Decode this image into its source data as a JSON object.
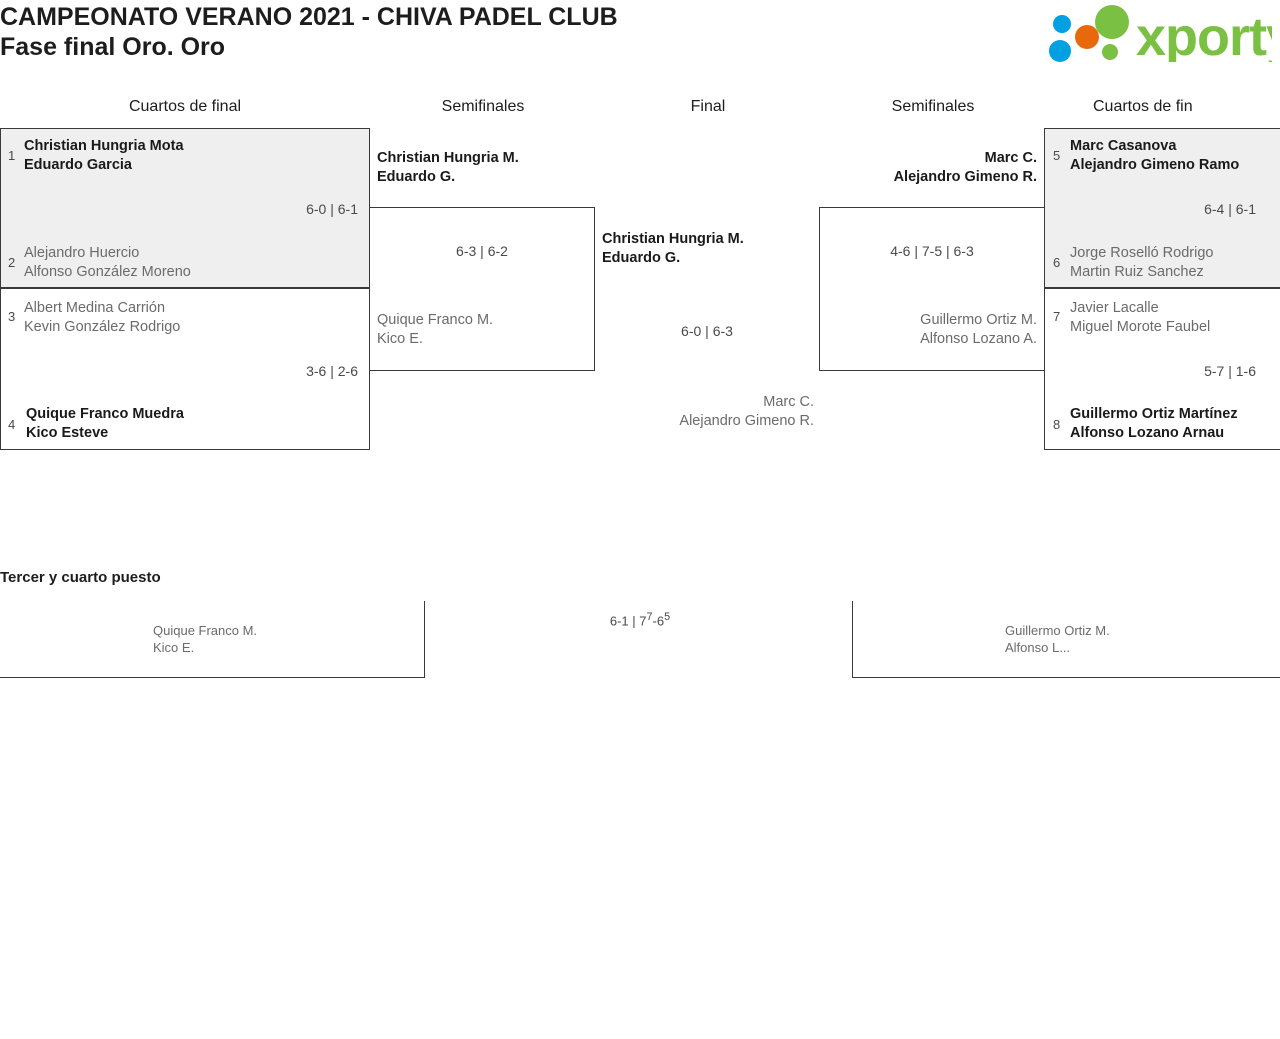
{
  "header": {
    "title_line1": "CAMPEONATO VERANO 2021 - CHIVA PADEL CLUB",
    "title_line2": "Fase final Oro. Oro",
    "brand": "xporty",
    "brand_colors": {
      "green": "#7ac143",
      "blue": "#00a0e3",
      "orange": "#e8690b"
    }
  },
  "rounds": [
    {
      "id": "qf-left",
      "label": "Cuartos de final"
    },
    {
      "id": "sf-left",
      "label": "Semifinales"
    },
    {
      "id": "final",
      "label": "Final"
    },
    {
      "id": "sf-right",
      "label": "Semifinales"
    },
    {
      "id": "qf-right",
      "label": "Cuartos de fin"
    }
  ],
  "bracket": {
    "quarterfinals_left": [
      {
        "seed_top": "1",
        "top_p1": "Christian Hungria Mota",
        "top_p2": "Eduardo Garcia",
        "seed_bottom": "2",
        "bottom_p1": "Alejandro Huercio",
        "bottom_p2": "Alfonso González Moreno",
        "score": "6-0 | 6-1",
        "winner": "top",
        "shaded": true
      },
      {
        "seed_top": "3",
        "top_p1": "Albert Medina Carrión",
        "top_p2": "Kevin González Rodrigo",
        "seed_bottom": "4",
        "bottom_p1": "Quique Franco Muedra",
        "bottom_p2": "Kico Esteve",
        "score": "3-6 | 2-6",
        "winner": "bottom",
        "shaded": false
      }
    ],
    "semifinal_left": {
      "top_p1": "Christian Hungria M.",
      "top_p2": "Eduardo G.",
      "bottom_p1": "Quique Franco M.",
      "bottom_p2": "Kico E.",
      "score": "6-3 | 6-2",
      "winner": "top"
    },
    "final": {
      "left_p1": "Christian Hungria M.",
      "left_p2": "Eduardo G.",
      "right_p1": "Marc C.",
      "right_p2": "Alejandro Gimeno R.",
      "score": "6-0 | 6-3",
      "winner": "left"
    },
    "semifinal_right": {
      "top_p1": "Marc C.",
      "top_p2": "Alejandro Gimeno R.",
      "bottom_p1": "Guillermo Ortiz M.",
      "bottom_p2": "Alfonso Lozano A.",
      "score": "4-6 | 7-5 | 6-3",
      "winner": "top"
    },
    "quarterfinals_right": [
      {
        "seed_top": "5",
        "top_p1": "Marc Casanova",
        "top_p2": "Alejandro Gimeno Ramo",
        "seed_bottom": "6",
        "bottom_p1": "Jorge Roselló Rodrigo",
        "bottom_p2": "Martin Ruiz Sanchez",
        "score": "6-4 | 6-1",
        "winner": "top",
        "shaded": true
      },
      {
        "seed_top": "7",
        "top_p1": "Javier Lacalle",
        "top_p2": "Miguel Morote Faubel",
        "seed_bottom": "8",
        "bottom_p1": "Guillermo Ortiz Martínez",
        "bottom_p2": "Alfonso Lozano Arnau",
        "score": "5-7 | 1-6",
        "winner": "bottom",
        "shaded": false
      }
    ]
  },
  "third_place": {
    "title": "Tercer y cuarto puesto",
    "left_p1": "Quique Franco M.",
    "left_p2": "Kico E.",
    "right_p1": "Guillermo Ortiz M.",
    "right_p2": "Alfonso L...",
    "score_part1": "6-1 | 7",
    "score_sup1": "7",
    "score_part2": "-6",
    "score_sup2": "5"
  }
}
